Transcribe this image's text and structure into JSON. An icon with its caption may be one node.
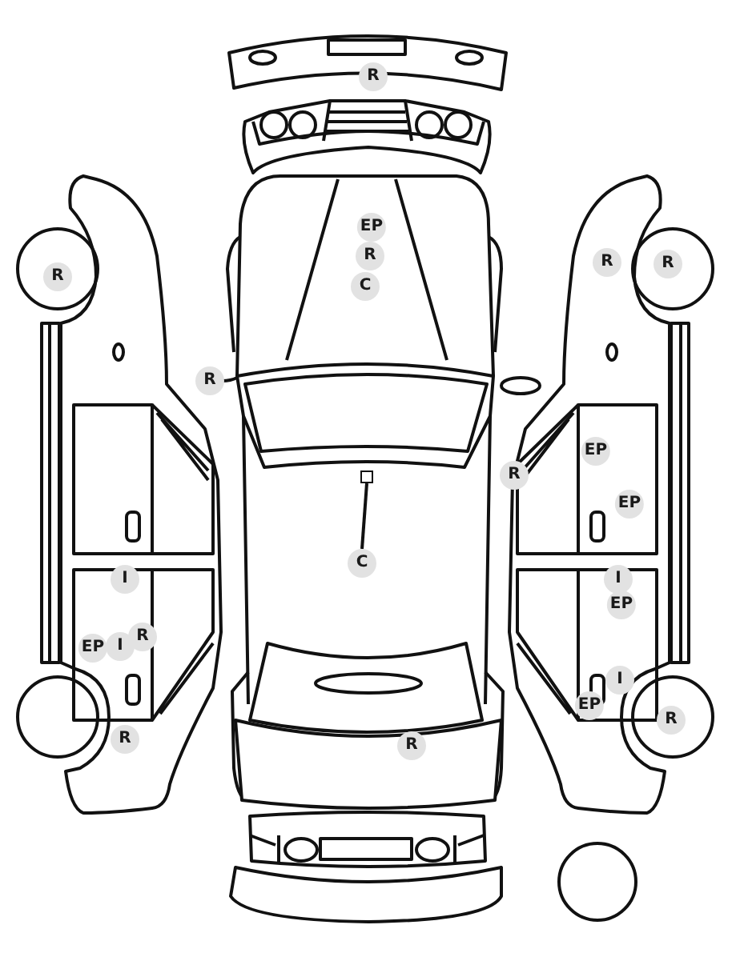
{
  "diagram": {
    "nodes": [
      {
        "text": [
          "R"
        ]
      },
      {
        "text": [
          "EP"
        ]
      },
      {
        "text": [
          "R"
        ]
      },
      {
        "text": [
          "R"
        ]
      },
      {
        "text": [
          "R"
        ]
      },
      {
        "text": [
          "R"
        ]
      },
      {
        "text": [
          "C"
        ]
      },
      {
        "text": [
          "R"
        ]
      },
      {
        "text": [
          "EP"
        ]
      },
      {
        "text": [],
        "shape": "box"
      },
      {
        "text": [
          "R"
        ]
      },
      {
        "text": [
          "EP"
        ]
      },
      {
        "text": [
          "C"
        ]
      },
      {
        "text": [
          "I"
        ]
      },
      {
        "text": [
          "I"
        ]
      },
      {
        "text": [
          "EP"
        ]
      },
      {
        "text": [
          "R"
        ]
      },
      {
        "text": [
          "EP"
        ]
      },
      {
        "text": [
          "I"
        ]
      },
      {
        "text": [
          "I"
        ]
      },
      {
        "text": [
          "EP"
        ]
      },
      {
        "text": [
          "R"
        ]
      },
      {
        "text": [
          "R"
        ]
      },
      {
        "text": [
          "R"
        ]
      }
    ],
    "edges": [
      {
        "from": 12,
        "to": 9,
        "arrow": "none"
      }
    ]
  }
}
